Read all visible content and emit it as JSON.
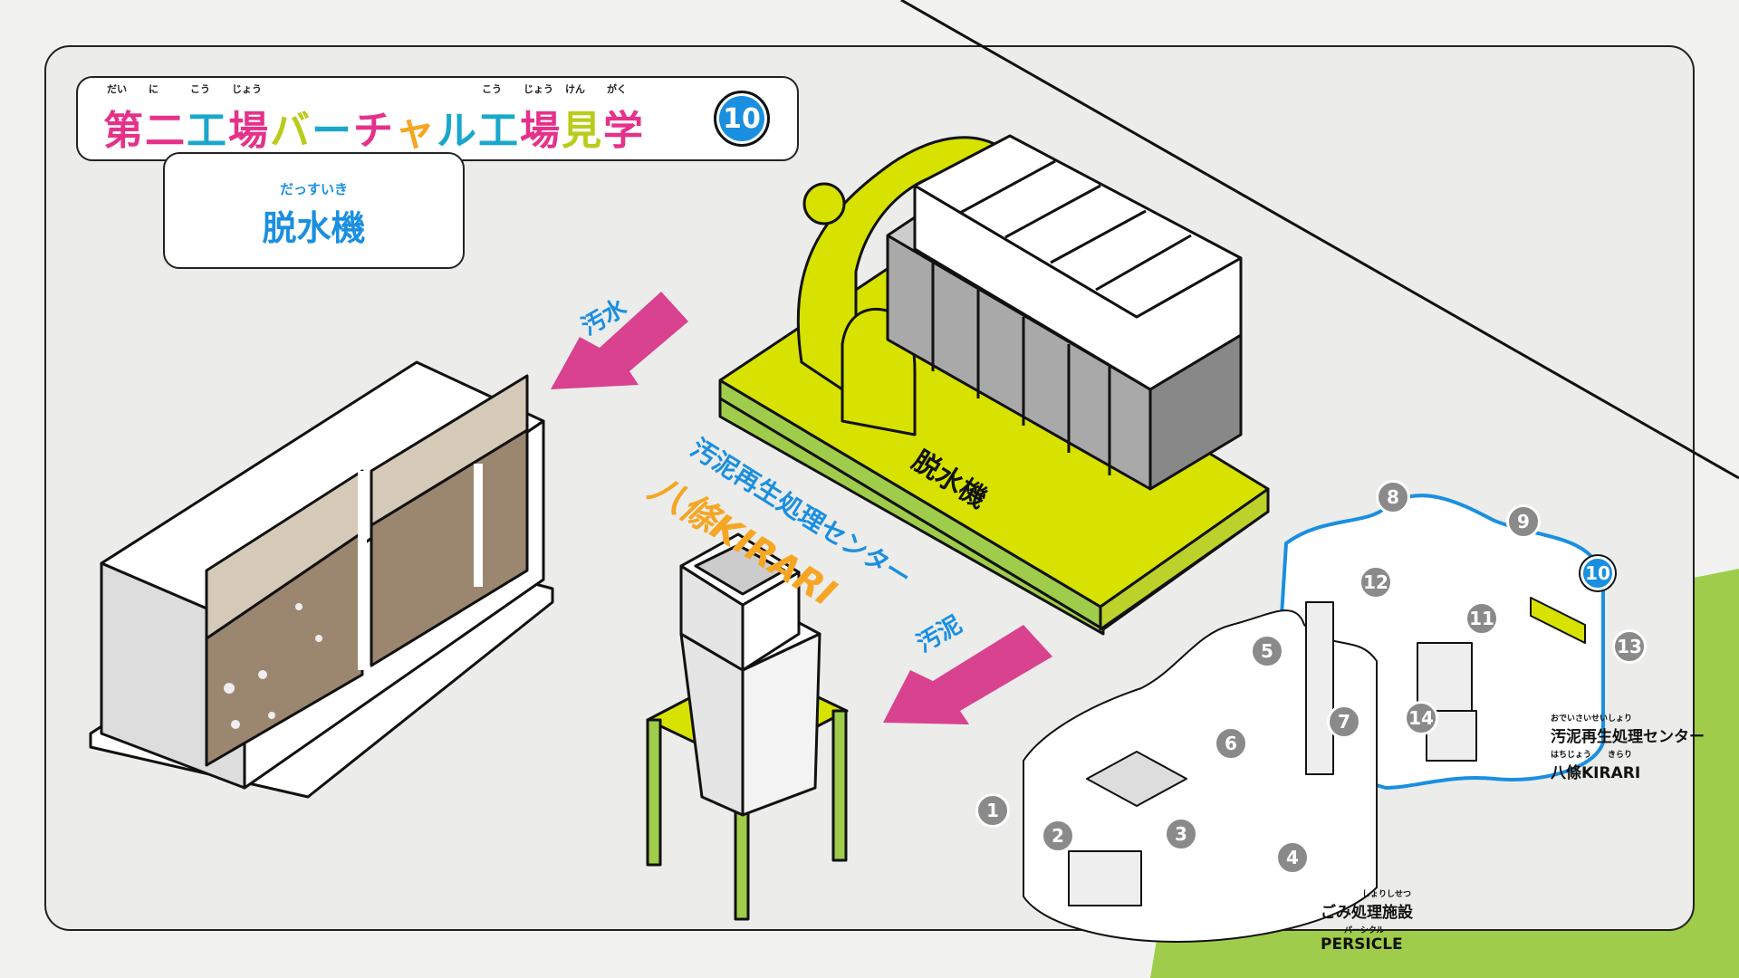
{
  "title": {
    "chars": [
      {
        "t": "第",
        "c": "#e6318a"
      },
      {
        "t": "二",
        "c": "#e6318a"
      },
      {
        "t": "工",
        "c": "#1aa7cc"
      },
      {
        "t": "場",
        "c": "#e6318a"
      },
      {
        "t": "バ",
        "c": "#b9cc1a"
      },
      {
        "t": "ー",
        "c": "#1aa7cc"
      },
      {
        "t": "チ",
        "c": "#e6318a"
      },
      {
        "t": "ャ",
        "c": "#f5a623"
      },
      {
        "t": "ル",
        "c": "#1aa7cc"
      },
      {
        "t": "工",
        "c": "#1aa7cc"
      },
      {
        "t": "場",
        "c": "#e6318a"
      },
      {
        "t": "見",
        "c": "#b9cc1a"
      },
      {
        "t": "学",
        "c": "#e6318a"
      }
    ],
    "ruby": [
      "だい",
      "に",
      "こう",
      "じょう",
      "こう",
      "じょう",
      "けん",
      "がく"
    ],
    "badge": "10"
  },
  "subtitle": {
    "ruby": "だっすいき",
    "label": "脱水機"
  },
  "labels": {
    "wastewater": "汚水",
    "sludge": "汚泥",
    "machine": "脱水機",
    "center_line1": "汚泥再生処理センター",
    "center_line2": "八條KIRARI"
  },
  "map": {
    "numbers": [
      "1",
      "2",
      "3",
      "4",
      "5",
      "6",
      "7",
      "8",
      "9",
      "10",
      "11",
      "12",
      "13",
      "14"
    ],
    "active": "10",
    "kirari_caption": {
      "ruby1": "おでいさいせいしょり",
      "line1": "汚泥再生処理センター",
      "ruby2": "はちじょう　　きらり",
      "line2": "八條KIRARI"
    },
    "persicle_caption": {
      "ruby1": "しょりしせつ",
      "line1": "ごみ処理施設",
      "ruby2": "パーシクル",
      "line2": "PERSICLE"
    }
  },
  "colors": {
    "accent": "#1a8fe0",
    "pink": "#d9428f",
    "lime": "#d7e200",
    "green": "#9fcc4a"
  }
}
